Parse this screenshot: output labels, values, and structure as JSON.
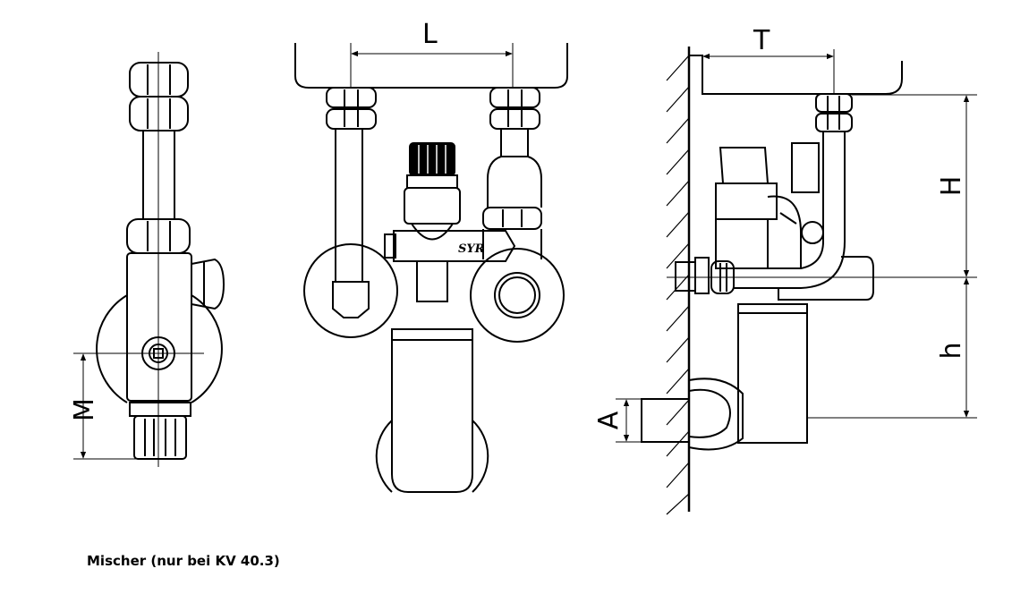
{
  "caption": "Mischer (nur bei KV 40.3)",
  "logo_text": "SYR",
  "dimensions": {
    "L": "L",
    "T": "T",
    "H": "H",
    "h": "h",
    "M": "M",
    "A": "A"
  },
  "colors": {
    "line": "#000000",
    "background": "#ffffff"
  }
}
